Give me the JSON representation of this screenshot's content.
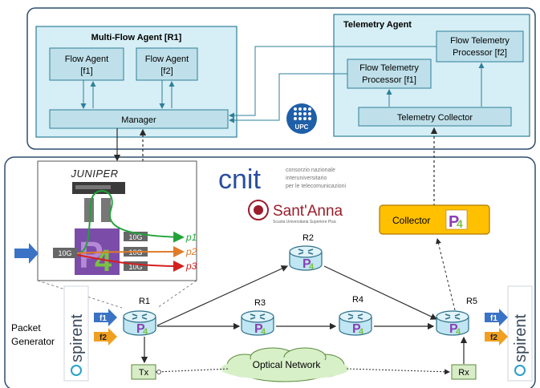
{
  "top": {
    "multi_flow_agent": "Multi-Flow Agent [R1]",
    "flow_agent_1": [
      "Flow Agent",
      "[f1]"
    ],
    "flow_agent_2": [
      "Flow Agent",
      "[f2]"
    ],
    "manager": "Manager",
    "telemetry_agent": "Telemetry Agent",
    "ftp_1": [
      "Flow Telemetry",
      "Processor [f1]"
    ],
    "ftp_2": [
      "Flow Telemetry",
      "Processor [f2]"
    ],
    "telemetry_collector": "Telemetry Collector",
    "upc": "UPC"
  },
  "bottom": {
    "juniper": "JUNIPER",
    "port_in": "10G",
    "ports_out": [
      "10G",
      "10G",
      "10G"
    ],
    "flows": [
      {
        "label": "p1",
        "color": "#21a33a"
      },
      {
        "label": "p2",
        "color": "#e07b29"
      },
      {
        "label": "p3",
        "color": "#d42020"
      }
    ],
    "cnit": "cnit",
    "cnit_sub": [
      "consorzio nazionale",
      "interuniversitario",
      "per le telecomunicazioni"
    ],
    "santanna": "Sant'Anna",
    "santanna_sub": "Scuola Universitaria Superiore Pisa",
    "collector": "Collector",
    "routers": [
      "R1",
      "R2",
      "R3",
      "R4",
      "R5"
    ],
    "packet_generator": [
      "Packet",
      "Generator"
    ],
    "f1": "f1",
    "f2": "f2",
    "tx": "Tx",
    "rx": "Rx",
    "optical_network": "Optical Network",
    "spirent": "spirent"
  },
  "colors": {
    "box_fill": "#d6eef5",
    "box_stroke": "#2e7f99",
    "panel_stroke": "#2f4e6f",
    "collector_fill": "#ffc000",
    "router_fill": "#bfe6f2",
    "arrow_blue": "#3a73c5",
    "arrow_orange": "#f0a020",
    "tx_fill": "#d8ecc8",
    "cloud_fill": "#d8f0c8",
    "upc_blue": "#1f5fa8"
  }
}
